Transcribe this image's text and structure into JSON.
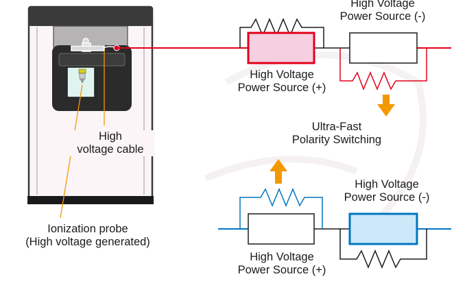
{
  "labels": {
    "hv_minus_top_line1": "High Voltage",
    "hv_minus_top_line2": "Power Source (-)",
    "hv_plus_top_line1": "High Voltage",
    "hv_plus_top_line2": "Power Source (+)",
    "switching_line1": "Ultra-Fast",
    "switching_line2": "Polarity Switching",
    "cable_line1": "High",
    "cable_line2": "voltage cable",
    "hv_minus_bottom_line1": "High Voltage",
    "hv_minus_bottom_line2": "Power Source (-)",
    "probe_line1": "Ionization probe",
    "probe_line2": "(High voltage generated)",
    "hv_plus_bottom_line1": "High Voltage",
    "hv_plus_bottom_line2": "Power Source (+)"
  },
  "colors": {
    "positive_circuit": "#e2001a",
    "positive_box_fill": "#f6cfe0",
    "negative_circuit": "#0076c0",
    "negative_box_fill": "#cde8f8",
    "arrow": "#f39800",
    "leader_line": "#f39800",
    "device_body": "#fbf5f7",
    "device_dark": "#2b2b2b"
  }
}
